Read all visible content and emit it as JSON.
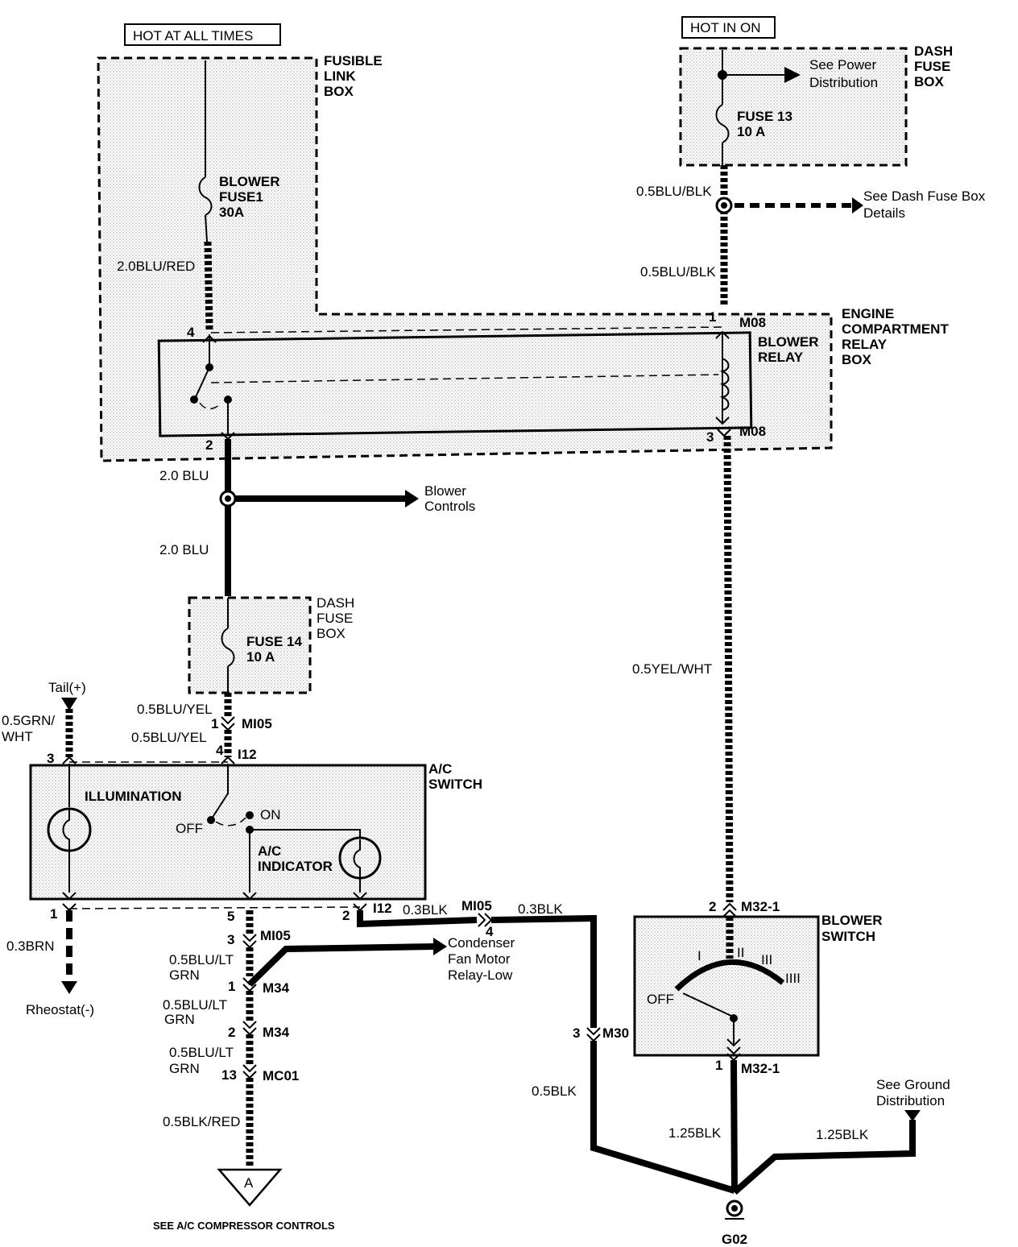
{
  "headers": {
    "hot_at_all_times": "HOT AT ALL TIMES",
    "hot_in_on": "HOT IN ON"
  },
  "boxes": {
    "fusible_link": [
      "FUSIBLE",
      "LINK",
      "BOX"
    ],
    "dash_fuse_top": [
      "DASH",
      "FUSE",
      "BOX"
    ],
    "engine_relay": [
      "ENGINE",
      "COMPARTMENT",
      "RELAY",
      "BOX"
    ],
    "dash_fuse_mid": [
      "DASH",
      "FUSE",
      "BOX"
    ],
    "ac_switch": [
      "A/C",
      "SWITCH"
    ],
    "blower_switch": [
      "BLOWER",
      "SWITCH"
    ]
  },
  "components": {
    "blower_fuse": [
      "BLOWER",
      "FUSE1",
      "30A"
    ],
    "fuse13": [
      "FUSE 13",
      "10 A"
    ],
    "fuse14": [
      "FUSE 14",
      "10 A"
    ],
    "blower_relay": [
      "BLOWER",
      "RELAY"
    ],
    "illumination": "ILLUMINATION",
    "off": "OFF",
    "on": "ON",
    "ac_indicator": [
      "A/C",
      "INDICATOR"
    ],
    "blower_off": "OFF",
    "speed_labels": [
      "I",
      "II",
      "III",
      "IIII"
    ]
  },
  "references": {
    "power_distribution": [
      "See Power",
      "Distribution"
    ],
    "dash_fuse_details": [
      "See Dash Fuse Box",
      "Details"
    ],
    "blower_controls": [
      "Blower",
      "Controls"
    ],
    "condenser": [
      "Condenser",
      "Fan Motor",
      "Relay-Low"
    ],
    "ground_distribution": [
      "See Ground",
      "Distribution"
    ],
    "tail": "Tail(+)",
    "rheostat": "Rheostat(-)",
    "ac_compressor": "SEE A/C COMPRESSOR CONTROLS",
    "triangle": "A",
    "ground": "G02"
  },
  "wires": {
    "w_20blured": "2.0BLU/RED",
    "w_20blu_a": "2.0 BLU",
    "w_20blu_b": "2.0 BLU",
    "w_05blublk_a": "0.5BLU/BLK",
    "w_05blublk_b": "0.5BLU/BLK",
    "w_05yelwht": "0.5YEL/WHT",
    "w_05bluyel_a": "0.5BLU/YEL",
    "w_05bluyel_b": "0.5BLU/YEL",
    "w_05grn": "0.5GRN/",
    "w_wht": "WHT",
    "w_03brn": "0.3BRN",
    "w_03blk_a": "0.3BLK",
    "w_03blk_b": "0.3BLK",
    "w_05blult_a": [
      "0.5BLU/LT",
      "GRN"
    ],
    "w_05blult_b": [
      "0.5BLU/LT",
      "GRN"
    ],
    "w_05blult_c": [
      "0.5BLU/LT",
      "GRN"
    ],
    "w_05blkred": "0.5BLK/RED",
    "w_05blk": "0.5BLK",
    "w_125blk_a": "1.25BLK",
    "w_125blk_b": "1.25BLK"
  },
  "connectors": {
    "m08_top": "M08",
    "m08_bot": "M08",
    "mi05_a": "MI05",
    "i12_a": "I12",
    "i12_b": "I12",
    "mi05_b": "MI05",
    "mi05_c": "MI05",
    "m34_a": "M34",
    "m34_b": "M34",
    "mc01": "MC01",
    "m30": "M30",
    "m32_top": "M32-1",
    "m32_bot": "M32-1"
  },
  "pins": {
    "p4_relay": "4",
    "p2_relay": "2",
    "p1_relay": "1",
    "p3_relay": "3",
    "p1_mi05": "1",
    "p4_i12": "4",
    "p3_ac": "3",
    "p1_ac": "1",
    "p5_ac": "5",
    "p2_ac": "2",
    "p3_mi05": "3",
    "p1_m34": "1",
    "p2_m34": "2",
    "p13_mc01": "13",
    "p4_mi05": "4",
    "p3_m30": "3",
    "p2_m32": "2",
    "p1_m32": "1"
  }
}
